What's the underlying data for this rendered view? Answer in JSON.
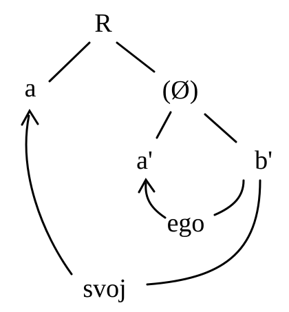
{
  "nodes": {
    "root": "R",
    "a": "a",
    "null": "(Ø)",
    "a_prime": "a'",
    "b_prime": "b'",
    "ego": "ego",
    "svoj": "svoj"
  }
}
